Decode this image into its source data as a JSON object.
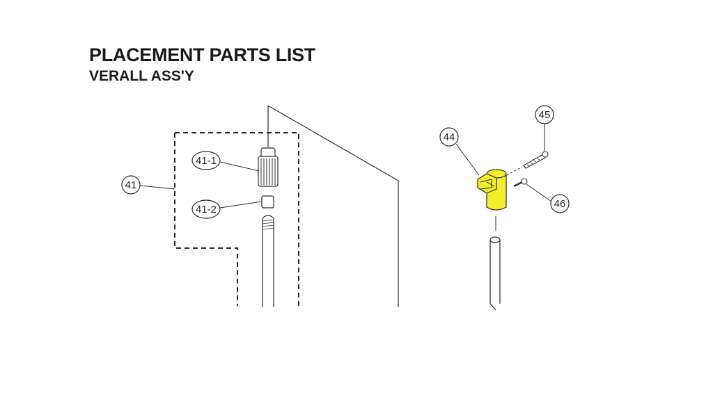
{
  "document": {
    "title": "PLACEMENT PARTS LIST",
    "subtitle": "VERALL ASS'Y"
  },
  "callouts": {
    "c41": "41",
    "c41_1": "41-1",
    "c41_2": "41-2",
    "c44": "44",
    "c45": "45",
    "c46": "46"
  },
  "colors": {
    "highlight": "#f4ef2a",
    "line": "#2a2a2a"
  }
}
